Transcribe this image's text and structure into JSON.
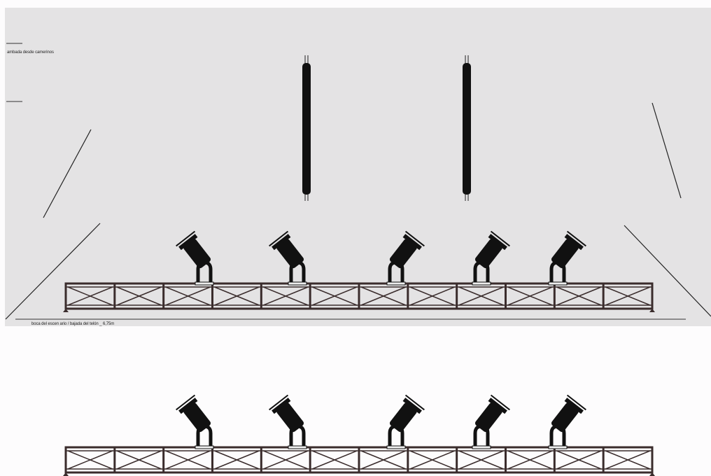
{
  "labels": {
    "top_note": "ambada desde camerinos",
    "bottom_note": "boca del escen ario / bajada del telón _ 6,75m"
  },
  "colors": {
    "upper_panel": "#e4e3e4",
    "lower_panel": "#fdfcfd",
    "truss": "#3a2c2c",
    "fixture": "#111111"
  },
  "icons": {
    "fixture": "moving-head-light-icon",
    "truss": "truss-beam",
    "pipe": "hanging-light-tube-icon"
  },
  "upper_rig": {
    "fixture_count": 5,
    "truss_sections": 12,
    "pipe_count": 2
  },
  "lower_rig": {
    "fixture_count": 5,
    "truss_sections": 12
  }
}
